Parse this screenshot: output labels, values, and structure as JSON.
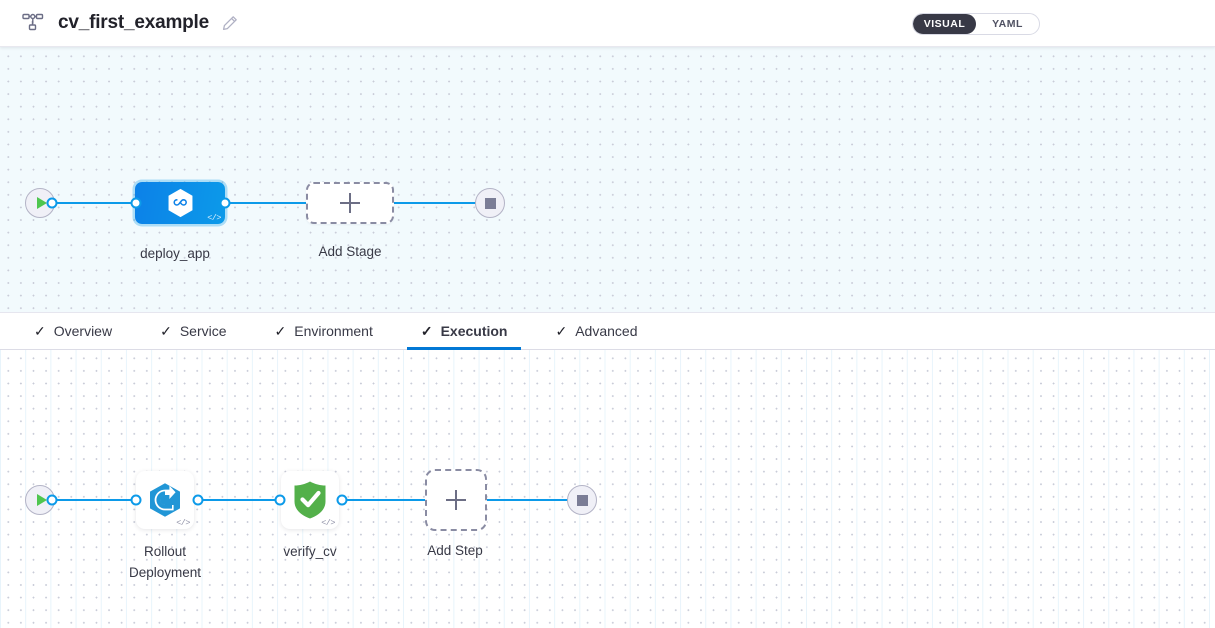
{
  "header": {
    "pipeline_icon": "pipeline-tree-icon",
    "title": "cv_first_example",
    "edit_icon": "pencil-edit-icon",
    "view_toggle": {
      "options": [
        "VISUAL",
        "YAML"
      ],
      "selected": "VISUAL"
    }
  },
  "stage_canvas": {
    "start_node": {
      "icon": "play-icon"
    },
    "stages": [
      {
        "name": "deploy_app",
        "icon": "harness-hexagon-icon",
        "selected": true,
        "code_badge": "</>"
      }
    ],
    "add_stage": {
      "label": "Add Stage",
      "icon": "plus-icon"
    },
    "end_node": {
      "icon": "stop-icon"
    }
  },
  "tabs": [
    {
      "label": "Overview",
      "checked": true,
      "active": false
    },
    {
      "label": "Service",
      "checked": true,
      "active": false
    },
    {
      "label": "Environment",
      "checked": true,
      "active": false
    },
    {
      "label": "Execution",
      "checked": true,
      "active": true
    },
    {
      "label": "Advanced",
      "checked": true,
      "active": false
    }
  ],
  "step_canvas": {
    "start_node": {
      "icon": "play-icon"
    },
    "steps": [
      {
        "name": "Rollout\nDeployment",
        "icon": "rollout-deployment-icon",
        "code_badge": "</>"
      },
      {
        "name": "verify_cv",
        "icon": "green-shield-check-icon",
        "code_badge": "</>"
      }
    ],
    "add_step": {
      "label": "Add Step",
      "icon": "plus-icon"
    },
    "end_node": {
      "icon": "stop-icon"
    }
  },
  "colors": {
    "edge": "#0c9ae9",
    "accent": "#0278d5",
    "stage_blue": "#0c81e8",
    "verify_green": "#4caf50",
    "toggle_dark": "#383946"
  }
}
